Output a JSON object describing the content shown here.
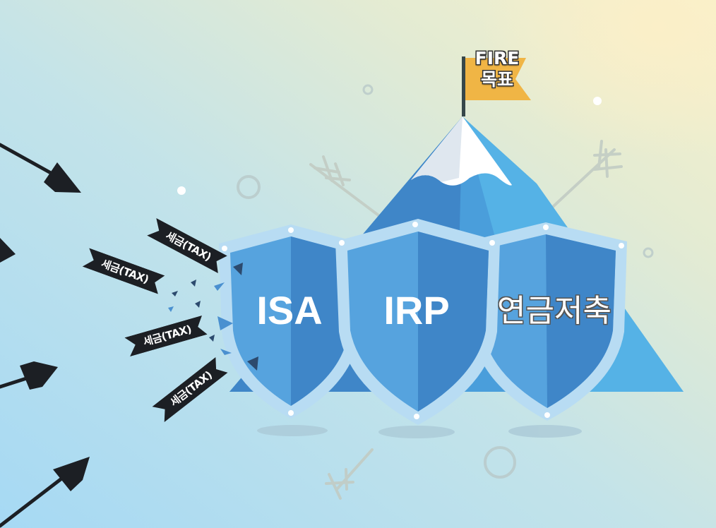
{
  "goal_flag": {
    "line1": "FIRE",
    "line2": "목표",
    "color": "#f0b545"
  },
  "shields": [
    {
      "label": "ISA"
    },
    {
      "label": "IRP"
    },
    {
      "label": "연금저축"
    }
  ],
  "tax_tags": [
    {
      "label": "세금(TAX)"
    },
    {
      "label": "세금(TAX)"
    },
    {
      "label": "세금(TAX)"
    },
    {
      "label": "세금(TAX)"
    }
  ],
  "colors": {
    "background_left": "#a9daf3",
    "background_right": "#f6f0cc",
    "shield_light": "#56a3de",
    "shield_dark": "#3f86c8",
    "shield_rim": "#b8dcf3",
    "mountain_dark": "#3f86c8",
    "mountain_mid": "#4a9edb",
    "mountain_light": "#55b2e6",
    "arrow": "#1c1f24"
  }
}
